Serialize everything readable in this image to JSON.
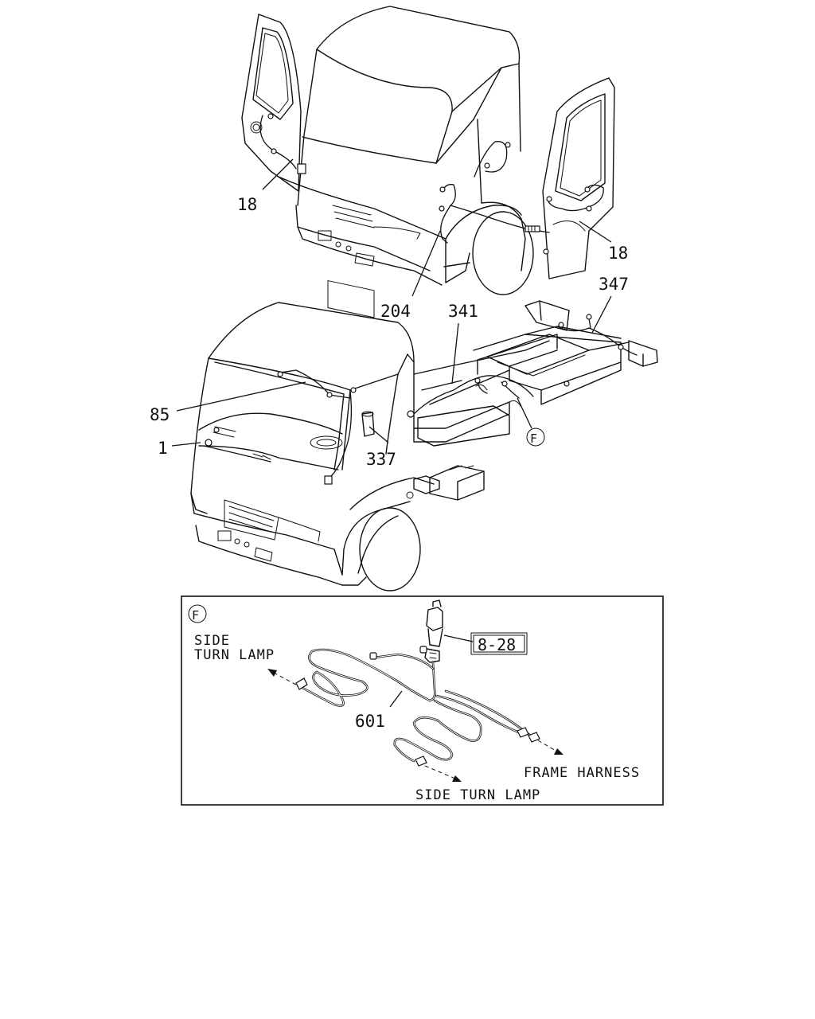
{
  "labels": {
    "door_left": "18",
    "door_right": "18",
    "cab_harness": "204",
    "chassis_harness": "341",
    "rear_harness": "347",
    "roof_harness": "85",
    "instrument_harness": "1",
    "washer_part": "337",
    "detail_ref_callout": "F"
  },
  "detail": {
    "ref_mark": "F",
    "relay_ref": "8-28",
    "harness_part": "601",
    "side_turn_lamp_left_line1": "SIDE",
    "side_turn_lamp_left_line2": "TURN LAMP",
    "frame_harness": "FRAME HARNESS",
    "side_turn_lamp_bottom": "SIDE TURN LAMP"
  }
}
